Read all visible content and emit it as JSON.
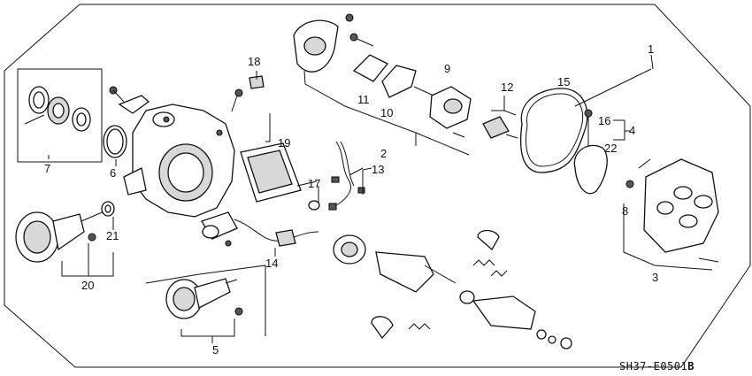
{
  "diagram": {
    "code": "SH37-E0501",
    "code_suffix": "B",
    "callouts": [
      {
        "id": "c1",
        "text": "1"
      },
      {
        "id": "c2",
        "text": "2"
      },
      {
        "id": "c3",
        "text": "3"
      },
      {
        "id": "c4",
        "text": "4"
      },
      {
        "id": "c5",
        "text": "5"
      },
      {
        "id": "c6",
        "text": "6"
      },
      {
        "id": "c7",
        "text": "7"
      },
      {
        "id": "c8",
        "text": "8"
      },
      {
        "id": "c9",
        "text": "9"
      },
      {
        "id": "c10",
        "text": "10"
      },
      {
        "id": "c11",
        "text": "11"
      },
      {
        "id": "c12",
        "text": "12"
      },
      {
        "id": "c13",
        "text": "13"
      },
      {
        "id": "c14",
        "text": "14"
      },
      {
        "id": "c15",
        "text": "15"
      },
      {
        "id": "c16",
        "text": "16"
      },
      {
        "id": "c17",
        "text": "17"
      },
      {
        "id": "c18",
        "text": "18"
      },
      {
        "id": "c19",
        "text": "19"
      },
      {
        "id": "c20",
        "text": "20"
      },
      {
        "id": "c21",
        "text": "21"
      },
      {
        "id": "c22",
        "text": "22"
      }
    ]
  }
}
